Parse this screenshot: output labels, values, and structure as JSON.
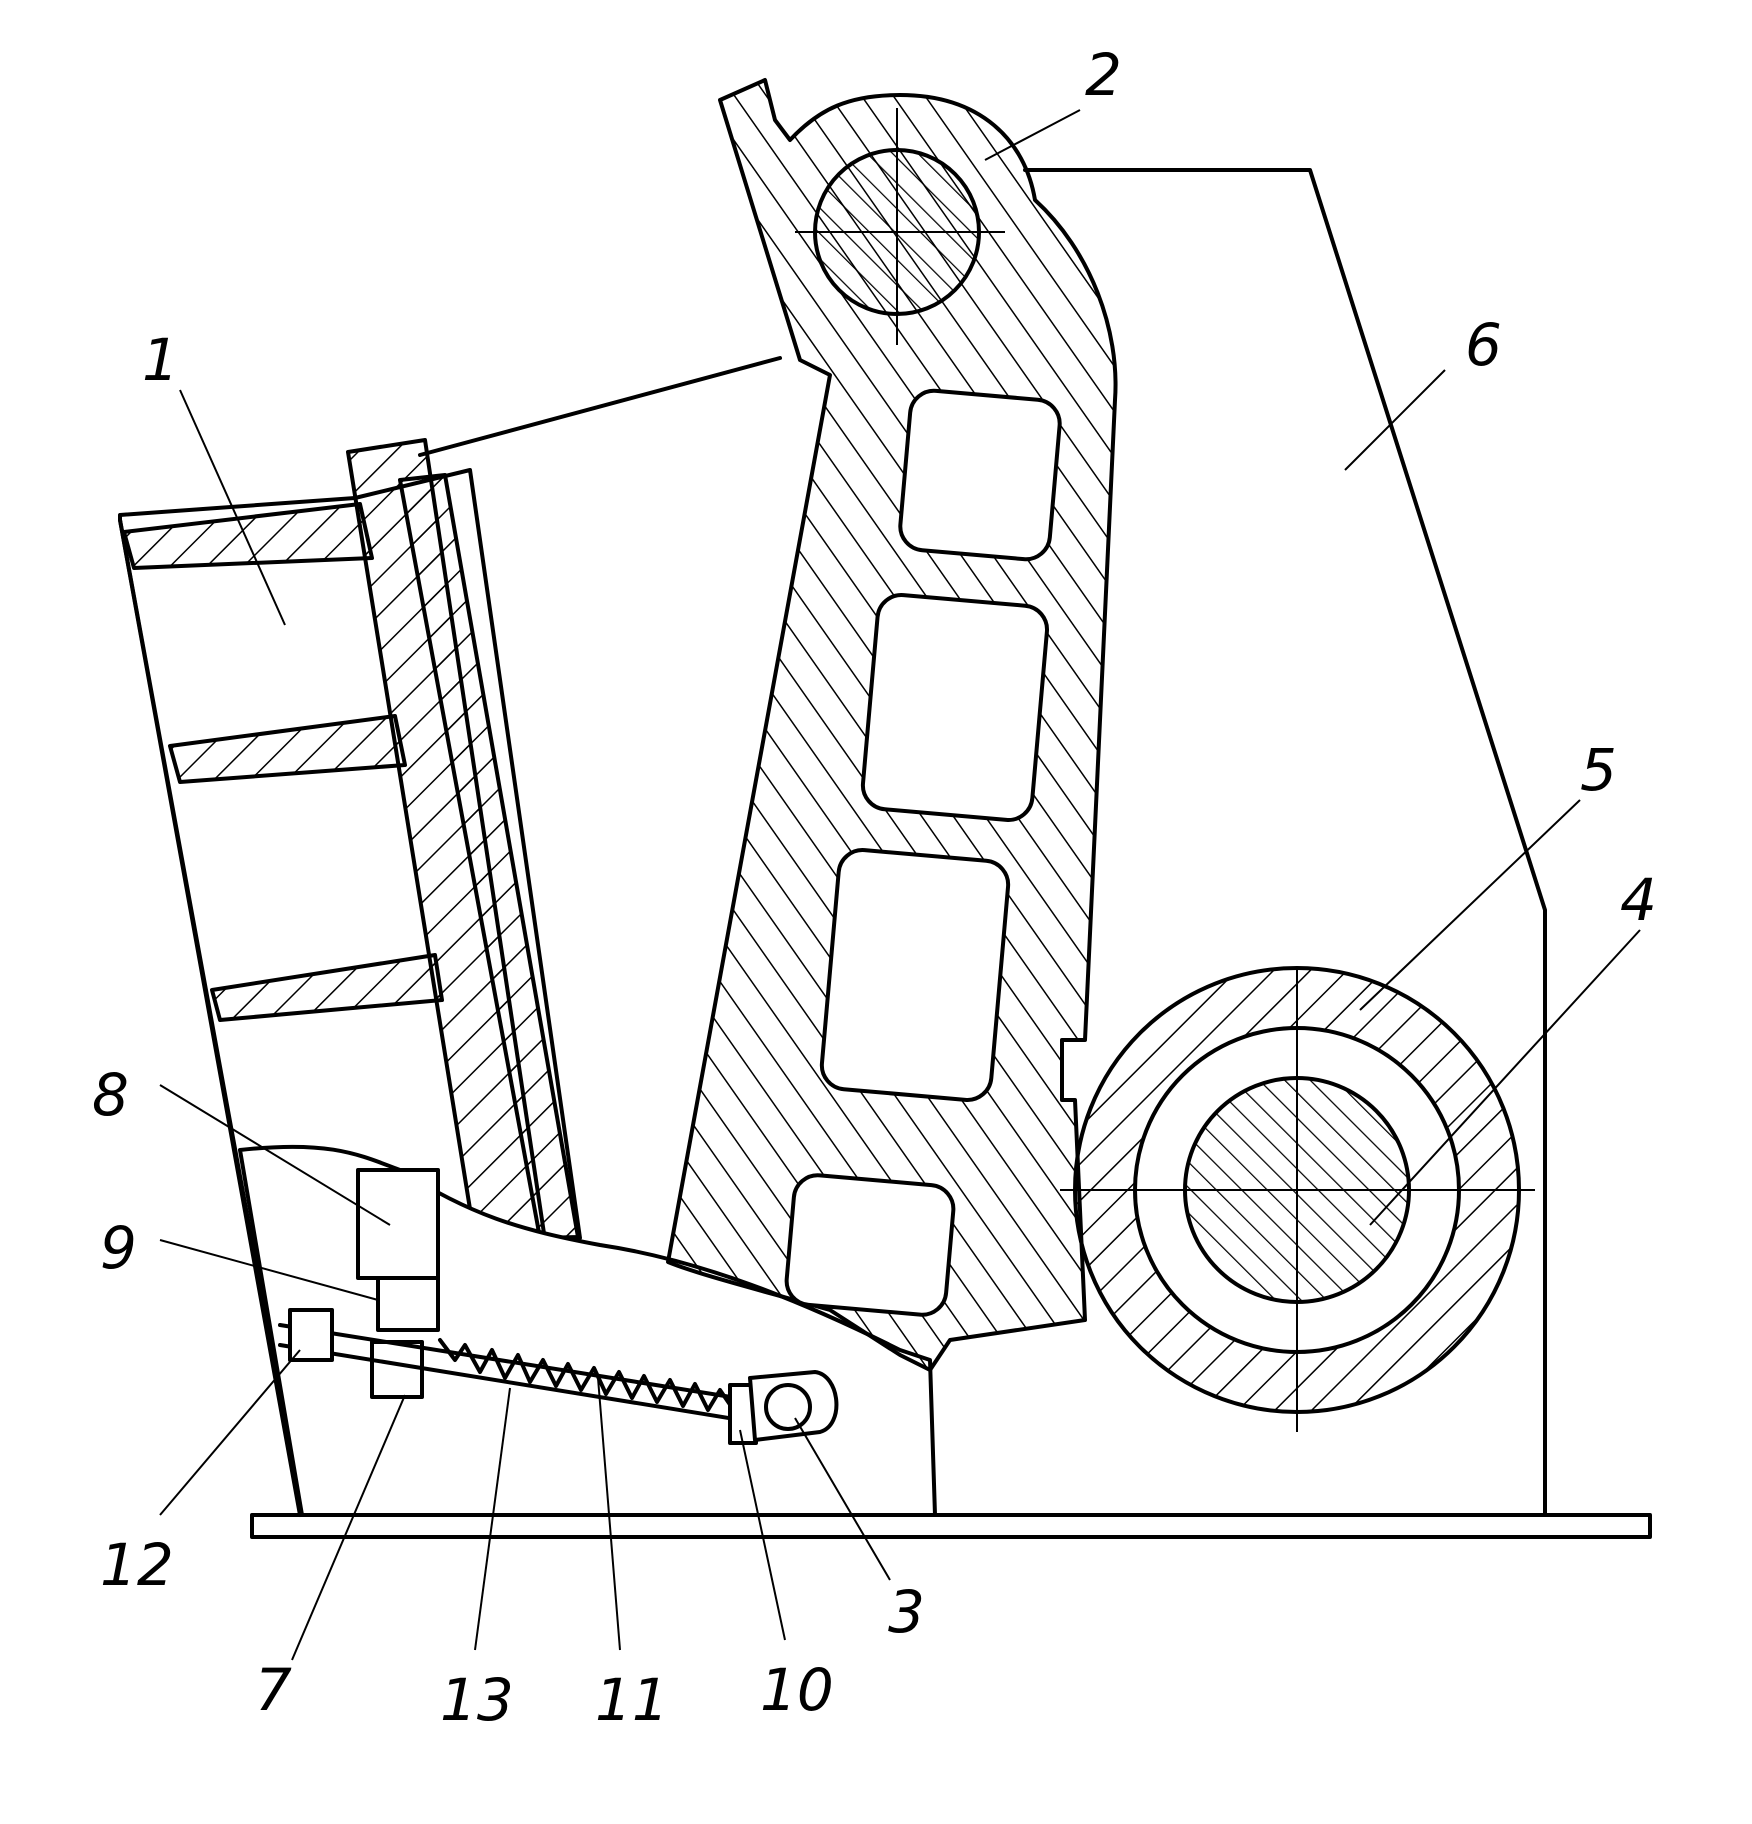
{
  "figure": {
    "callouts": [
      {
        "id": "1",
        "text": "1"
      },
      {
        "id": "2",
        "text": "2"
      },
      {
        "id": "3",
        "text": "3"
      },
      {
        "id": "4",
        "text": "4"
      },
      {
        "id": "5",
        "text": "5"
      },
      {
        "id": "6",
        "text": "6"
      },
      {
        "id": "7",
        "text": "7"
      },
      {
        "id": "8",
        "text": "8"
      },
      {
        "id": "9",
        "text": "9"
      },
      {
        "id": "10",
        "text": "10"
      },
      {
        "id": "11",
        "text": "11"
      },
      {
        "id": "12",
        "text": "12"
      },
      {
        "id": "13",
        "text": "13"
      }
    ]
  }
}
